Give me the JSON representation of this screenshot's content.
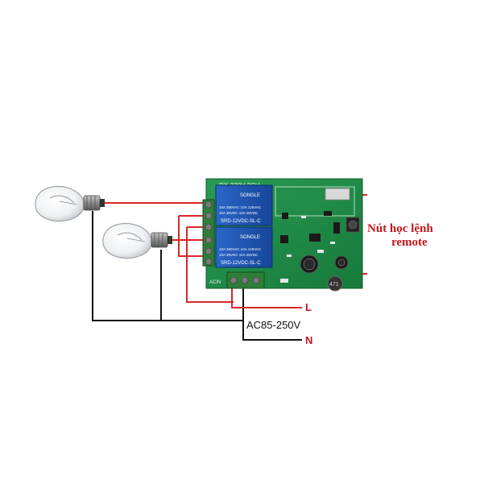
{
  "annotations": {
    "learn_button_line1": "Nút học lệnh",
    "learn_button_line2": "remote",
    "label_L": "L",
    "label_N": "N",
    "voltage": "AC85-250V"
  },
  "board": {
    "model_text": "RX-220V-2CH",
    "relay_brand": "SONGLE",
    "relay_rating_1": "10A 250VAC  10A 125VAC",
    "relay_rating_2": "10A 30VDC   10A 28VDC",
    "relay_model": "SRD-12VDC-SL-C",
    "terminal_label": "ACIN",
    "inductor_label": "471"
  },
  "colors": {
    "live_wire": "#d8282a",
    "neutral_wire": "#111111",
    "pcb": "#1f8a45",
    "relay": "#1e55b5",
    "annotation_text": "#c4161c"
  }
}
